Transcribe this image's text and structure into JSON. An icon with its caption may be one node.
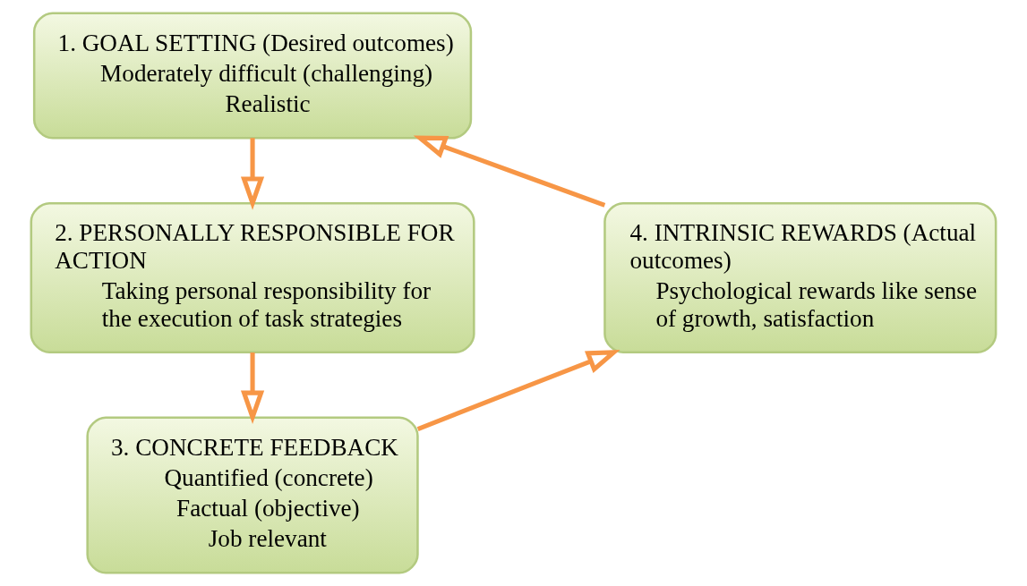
{
  "diagram": {
    "nodes": [
      {
        "text": [
          "1. GOAL SETTING (Desired outcomes)",
          "Moderately difficult (challenging)",
          "Realistic"
        ]
      },
      {
        "text": [
          "2. PERSONALLY RESPONSIBLE FOR ACTION",
          "Taking personal responsibility for the execution of task strategies"
        ]
      },
      {
        "text": [
          "3. CONCRETE FEEDBACK",
          "Quantified (concrete)",
          "Factual (objective)",
          "Job relevant"
        ]
      },
      {
        "text": [
          "4. INTRINSIC REWARDS (Actual outcomes)",
          "Psychological rewards like sense of growth, satisfaction"
        ]
      }
    ],
    "edges": [
      {
        "from": 0,
        "to": 1,
        "arrow": "to"
      },
      {
        "from": 1,
        "to": 2,
        "arrow": "to"
      },
      {
        "from": 2,
        "to": 3,
        "arrow": "to"
      },
      {
        "from": 3,
        "to": 0,
        "arrow": "to"
      }
    ]
  }
}
